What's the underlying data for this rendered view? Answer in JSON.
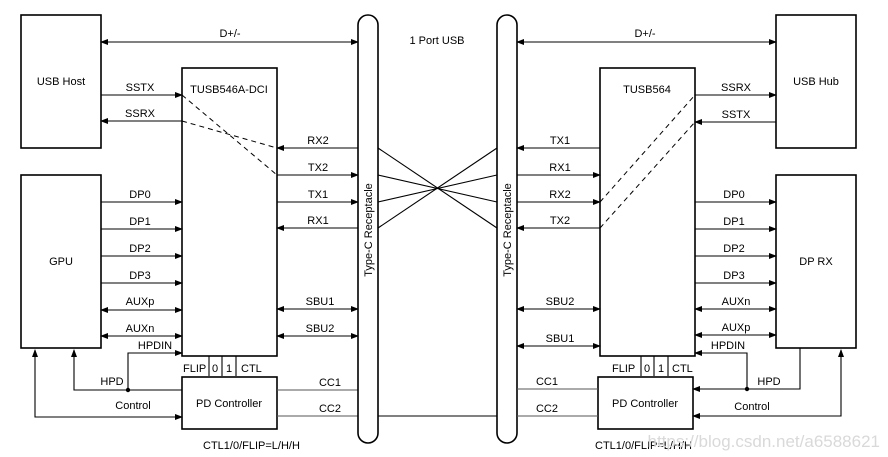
{
  "diagram": {
    "center_label": "1 Port USB",
    "left": {
      "usb_host": "USB Host",
      "gpu": "GPU",
      "redriver": "TUSB546A-DCI",
      "pd_controller": "PD Controller",
      "receptacle": "Type-C Receptacle",
      "d_line": "D+/-",
      "sstx": "SSTX",
      "ssrx": "SSRX",
      "rx2": "RX2",
      "tx2": "TX2",
      "tx1": "TX1",
      "rx1": "RX1",
      "dp0": "DP0",
      "dp1": "DP1",
      "dp2": "DP2",
      "dp3": "DP3",
      "auxp": "AUXp",
      "auxn": "AUXn",
      "sbu1": "SBU1",
      "sbu2": "SBU2",
      "hpdin": "HPDIN",
      "hpd": "HPD",
      "control": "Control",
      "cc1": "CC1",
      "cc2": "CC2",
      "flip": "FLIP",
      "pin0": "0",
      "pin1": "1",
      "ctl": "CTL",
      "ctl_setting": "CTL1/0/FLIP=L/H/H"
    },
    "right": {
      "usb_hub": "USB Hub",
      "dp_rx": "DP RX",
      "redriver": "TUSB564",
      "pd_controller": "PD Controller",
      "receptacle": "Type-C Receptacle",
      "d_line": "D+/-",
      "ssrx": "SSRX",
      "sstx": "SSTX",
      "tx1": "TX1",
      "rx1": "RX1",
      "rx2": "RX2",
      "tx2": "TX2",
      "dp0": "DP0",
      "dp1": "DP1",
      "dp2": "DP2",
      "dp3": "DP3",
      "auxn": "AUXn",
      "auxp": "AUXp",
      "sbu2": "SBU2",
      "sbu1": "SBU1",
      "hpdin": "HPDIN",
      "hpd": "HPD",
      "control": "Control",
      "cc1": "CC1",
      "cc2": "CC2",
      "flip": "FLIP",
      "pin0": "0",
      "pin1": "1",
      "ctl": "CTL",
      "ctl_setting": "CTL1/0/FLIP=L/H/H"
    },
    "watermark": "https://blog.csdn.net/a6588621"
  }
}
